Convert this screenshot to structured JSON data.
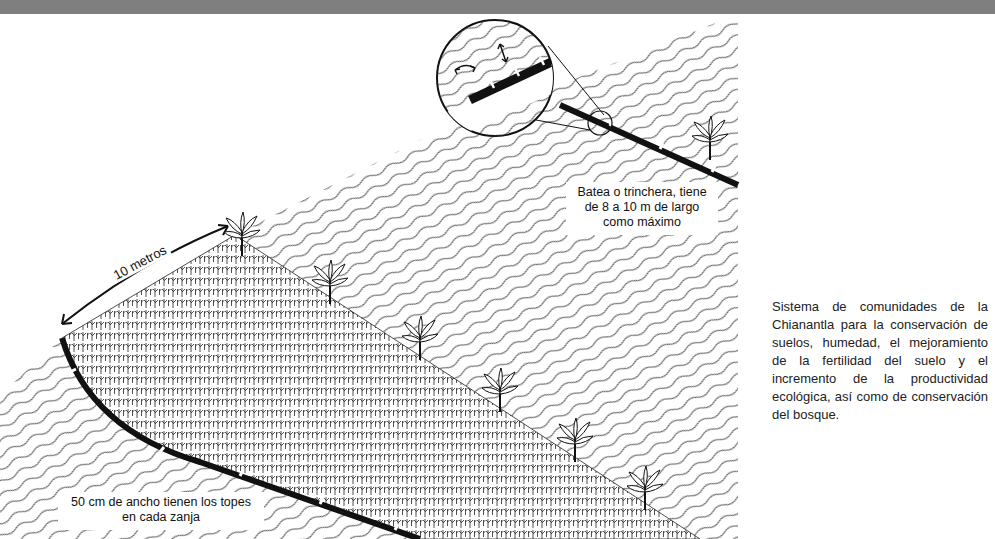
{
  "diagram": {
    "caption": "Sistema de comunidades de la Chianantla para la conservación de suelos, humedad, el mejoramiento de la fertilidad del suelo y el incremento de la productividad ecológica, así como de conservación del bosque.",
    "nodes": [
      {
        "text": [
          "Batea o trinchera, tiene de 8 a 10 m de largo como máximo"
        ]
      },
      {
        "text": [
          "50 cm de ancho tienen los topes en cada zanja"
        ]
      }
    ],
    "labels": [
      "10 metros"
    ]
  }
}
